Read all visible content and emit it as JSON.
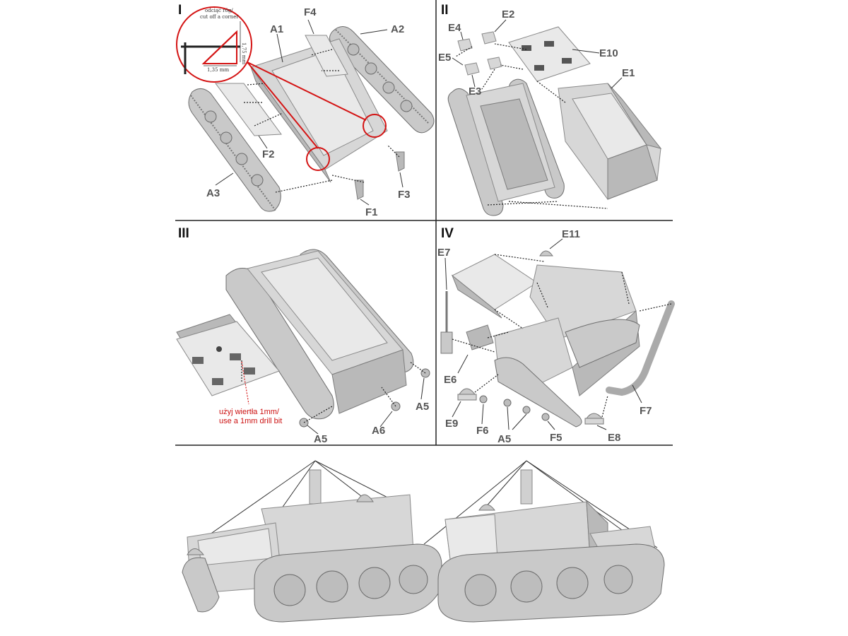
{
  "panels": [
    {
      "id": "I",
      "number": "I"
    },
    {
      "id": "II",
      "number": "II"
    },
    {
      "id": "III",
      "number": "III"
    },
    {
      "id": "IV",
      "number": "IV"
    }
  ],
  "panel1": {
    "callouts": {
      "a1": "A1",
      "a2": "A2",
      "a3": "A3",
      "f1": "F1",
      "f2": "F2",
      "f3": "F3",
      "f4": "F4"
    },
    "inset": {
      "note_line1": "odciąć róg/",
      "note_line2": "cut off a corner",
      "dim_h": "1,75 mm",
      "dim_w": "1,35 mm"
    }
  },
  "panel2": {
    "callouts": {
      "e1": "E1",
      "e2": "E2",
      "e3": "E3",
      "e4": "E4",
      "e5": "E5",
      "e10": "E10"
    }
  },
  "panel3": {
    "callouts": {
      "a5a": "A5",
      "a5b": "A5",
      "a6": "A6"
    },
    "drill_note_line1": "użyj wiertła 1mm/",
    "drill_note_line2": "use a 1mm drill bit"
  },
  "panel4": {
    "callouts": {
      "e6": "E6",
      "e7": "E7",
      "e8": "E8",
      "e9": "E9",
      "e11": "E11",
      "f5": "F5",
      "f6": "F6",
      "f7": "F7",
      "a5": "A5"
    }
  },
  "colors": {
    "red_accent": "#d41414",
    "part_gray": "#d7d7d7",
    "ink": "#111111"
  }
}
